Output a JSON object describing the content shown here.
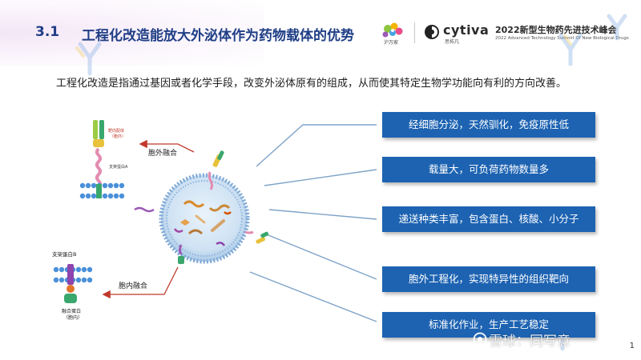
{
  "header": {
    "section_number": "3.1",
    "title": "工程化改造能放大外泌体作为药物载体的优势",
    "logo_flower_text": "沪万家",
    "cytiva_name": "cytiva",
    "cytiva_sub": "思拓凡",
    "summit_title": "2022新型生物药先进技术峰会",
    "summit_subtitle": "2022 Advanced Technology Summit Of New Biological Drugs"
  },
  "intro": "工程化改造是指通过基因或者化学手段，改变外泌体原有的组成，从而使其特定生物学功能向有利的方向改善。",
  "diagram": {
    "label_exo_fusion": "胞外融合",
    "label_endo_fusion": "胞内融合",
    "label_target_ligand": "靶向配体",
    "label_target_ligand_sub": "（胞外）",
    "label_scaffold_a": "支架蛋白A",
    "label_scaffold_b": "支架蛋白B",
    "label_fusion_protein": "融合蛋白",
    "label_fusion_protein_sub": "（胞内）"
  },
  "advantages": [
    "经细胞分泌，天然驯化，免疫原性低",
    "载量大，可负荷药物数量多",
    "递送种类丰富，包含蛋白、核酸、小分子",
    "胞外工程化，实现特异性的组织靶向",
    "标准化作业，生产工艺稳定"
  ],
  "page_number": "1",
  "watermark": "雪球：同写意",
  "colors": {
    "title_blue": "#1f3e86",
    "box_blue": "#1d63b2",
    "arrow_red": "#c0392b",
    "connector": "#7fa3c8"
  }
}
